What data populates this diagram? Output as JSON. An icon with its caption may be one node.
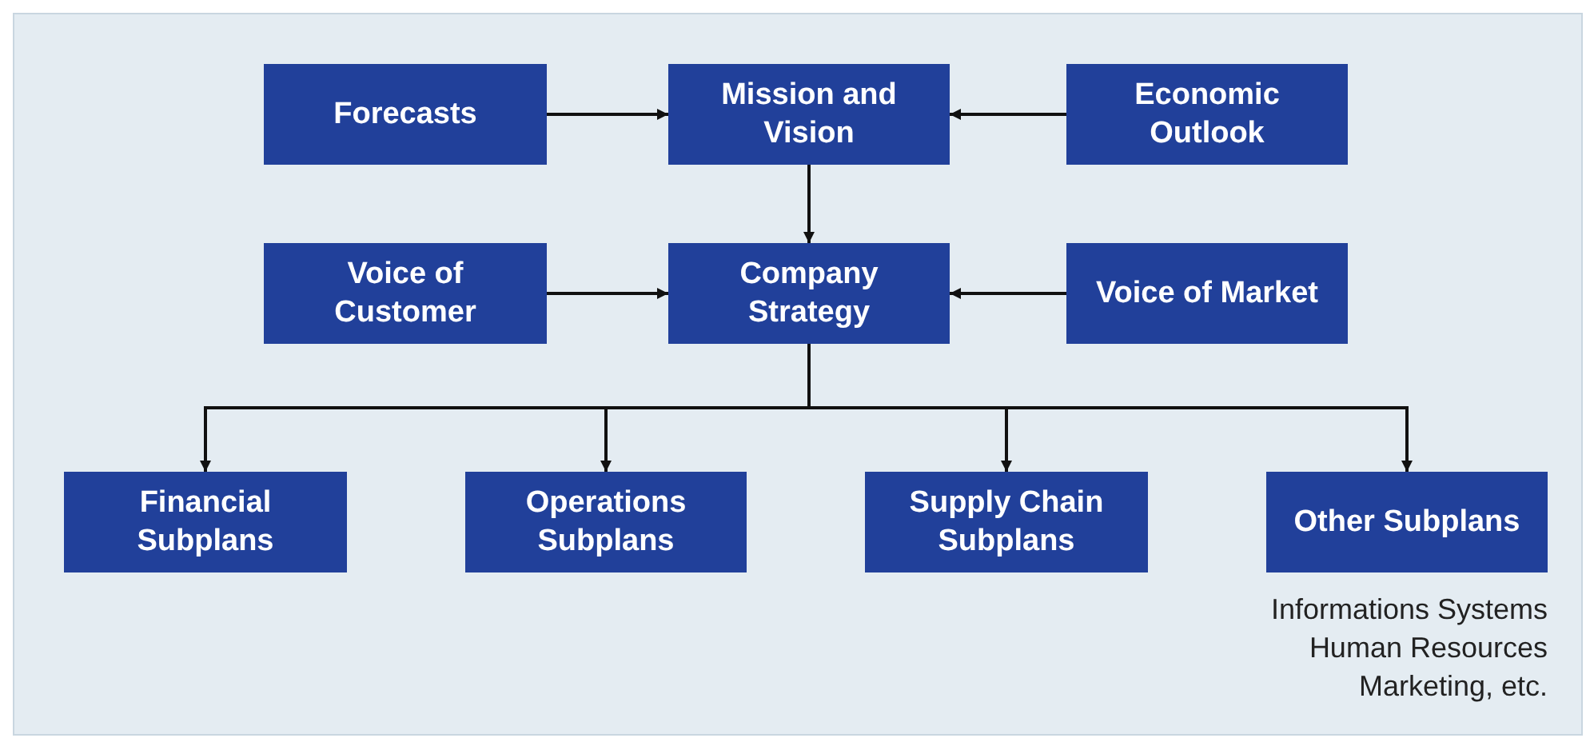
{
  "diagram": {
    "nodes": [
      {
        "text": [
          "Forecasts"
        ]
      },
      {
        "text": [
          "Mission and Vision"
        ]
      },
      {
        "text": [
          "Economic Outlook"
        ]
      },
      {
        "text": [
          "Voice of Customer"
        ]
      },
      {
        "text": [
          "Company Strategy"
        ]
      },
      {
        "text": [
          "Voice of Market"
        ]
      },
      {
        "text": [
          "Financial Subplans"
        ]
      },
      {
        "text": [
          "Operations Subplans"
        ]
      },
      {
        "text": [
          "Supply Chain Subplans"
        ]
      },
      {
        "text": [
          "Other Subplans"
        ],
        "beside": [
          "Informations Systems",
          "Human Resources",
          "Marketing, etc."
        ]
      }
    ],
    "edges": [
      {
        "from": 0,
        "to": 1,
        "arrow": "to"
      },
      {
        "from": 2,
        "to": 1,
        "arrow": "to"
      },
      {
        "from": 1,
        "to": 4,
        "arrow": "to"
      },
      {
        "from": 3,
        "to": 4,
        "arrow": "to"
      },
      {
        "from": 5,
        "to": 4,
        "arrow": "to"
      },
      {
        "from": 4,
        "to": 6,
        "arrow": "to"
      },
      {
        "from": 4,
        "to": 7,
        "arrow": "to"
      },
      {
        "from": 4,
        "to": 8,
        "arrow": "to"
      },
      {
        "from": 4,
        "to": 9,
        "arrow": "to"
      }
    ]
  }
}
